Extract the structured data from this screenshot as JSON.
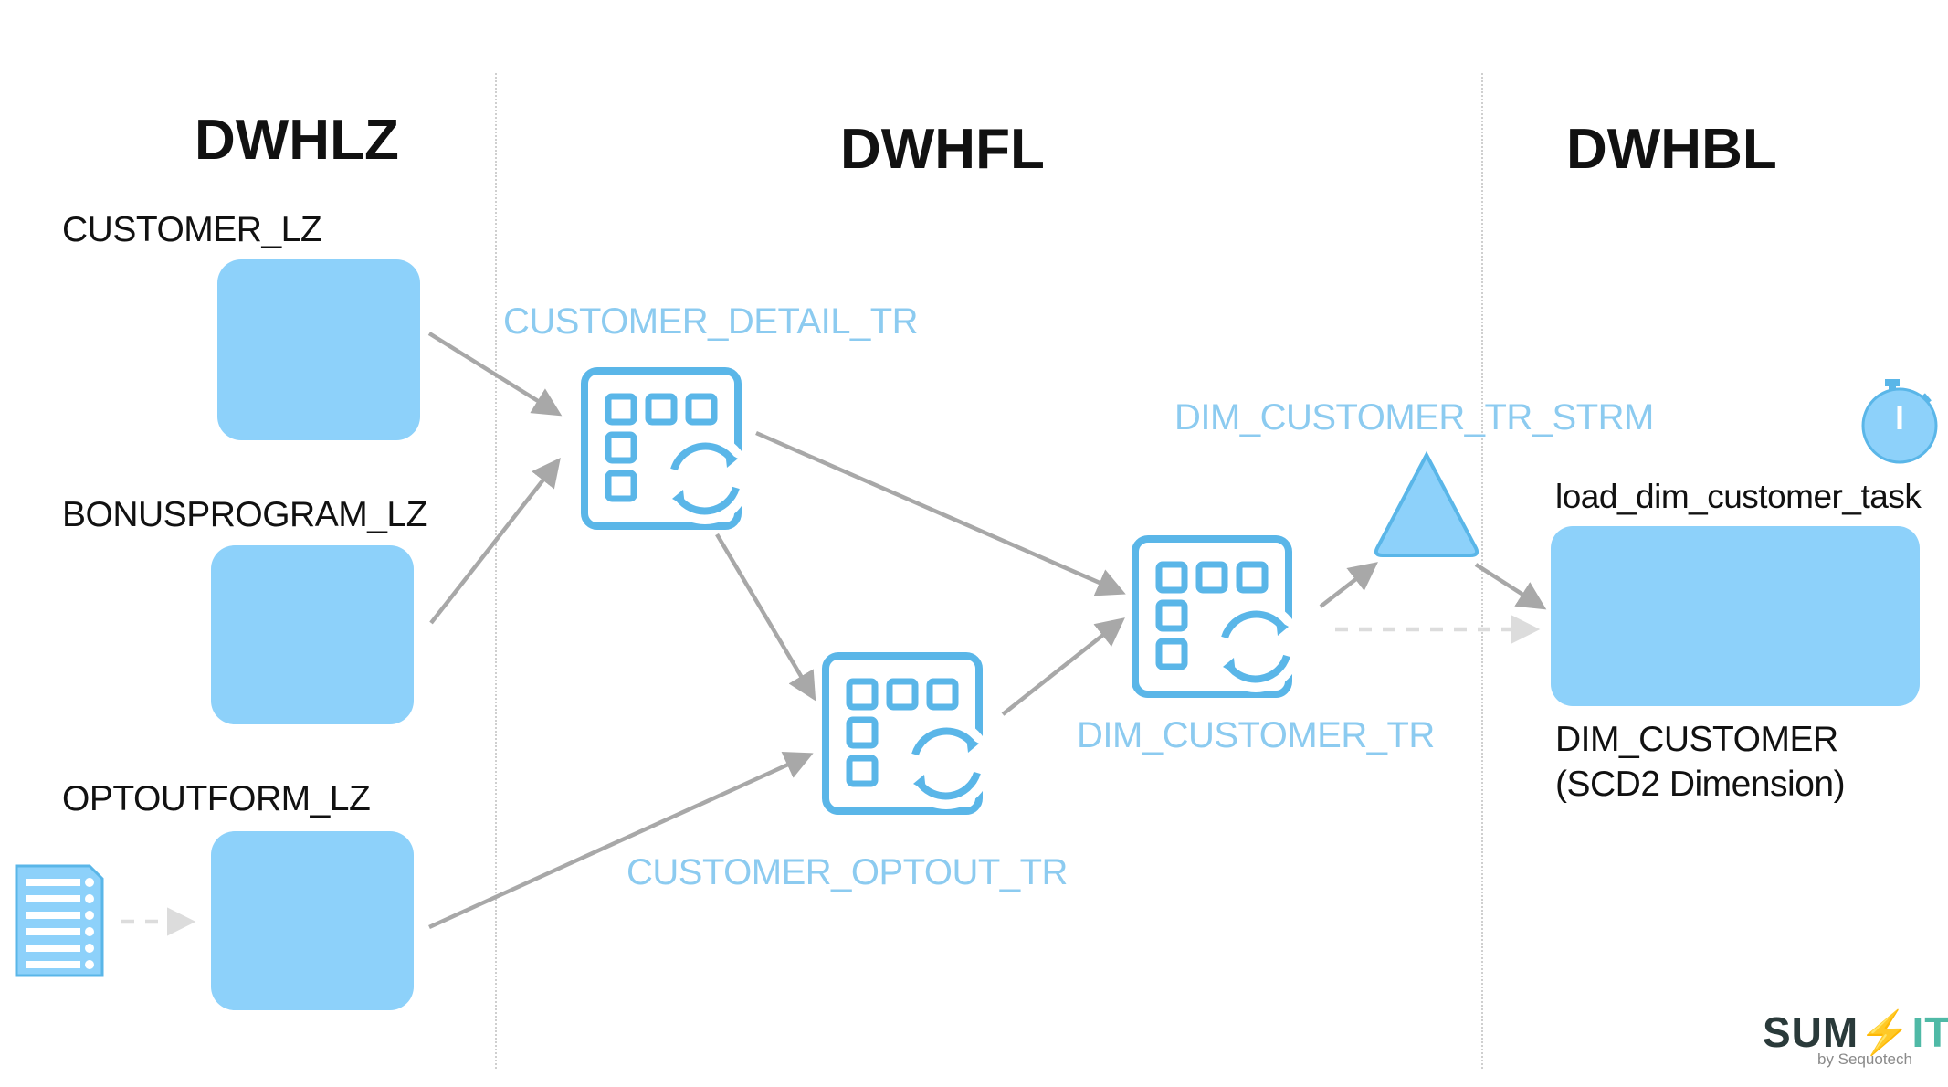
{
  "layers": {
    "landing": "DWHLZ",
    "foundation": "DWHFL",
    "business": "DWHBL"
  },
  "sources": {
    "customer_lz": "CUSTOMER_LZ",
    "bonusprogram_lz": "BONUSPROGRAM_LZ",
    "optoutform_lz": "OPTOUTFORM_LZ"
  },
  "transforms": {
    "customer_detail_tr": "CUSTOMER_DETAIL_TR",
    "customer_optout_tr": "CUSTOMER_OPTOUT_TR",
    "dim_customer_tr": "DIM_CUSTOMER_TR",
    "dim_customer_tr_strm": "DIM_CUSTOMER_TR_STRM"
  },
  "target": {
    "task": "load_dim_customer_task",
    "table": "DIM_CUSTOMER",
    "table_sub": "(SCD2 Dimension)"
  },
  "logo": {
    "main_left": "SUM",
    "main_right": "IT",
    "sub": "by Sequotech"
  },
  "colors": {
    "box_fill": "#8dd1fa",
    "icon_blue": "#5ab6e8",
    "label_blue": "#8ccbf0",
    "arrow_gray": "#a8a8a8",
    "arrow_dashed": "#dcdcdc",
    "logo_accent": "#4fb9a6"
  },
  "icons": {
    "transform": "grid-refresh-icon",
    "stream": "triangle-stream-icon",
    "task": "stopwatch-icon",
    "form": "checklist-form-icon"
  }
}
